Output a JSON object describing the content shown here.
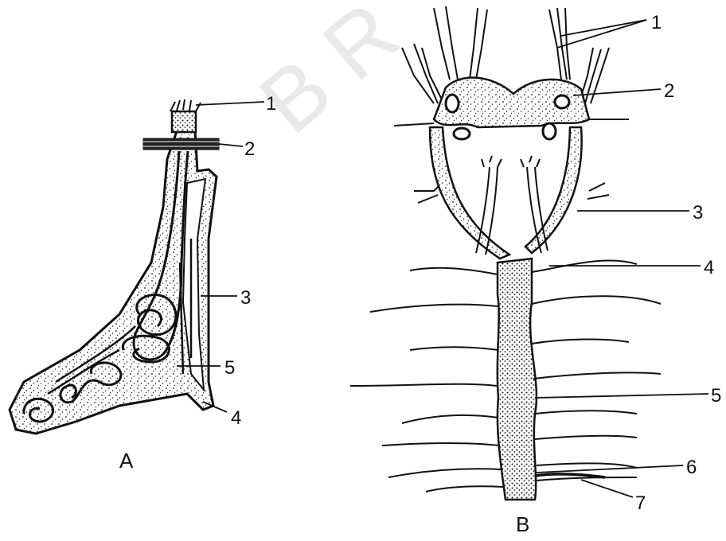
{
  "watermark": "B R",
  "figure_a": {
    "panel_label": "A",
    "labels": [
      "1",
      "2",
      "3",
      "5",
      "4"
    ]
  },
  "figure_b": {
    "panel_label": "B",
    "labels": [
      "1",
      "2",
      "3",
      "4",
      "5",
      "6",
      "7"
    ]
  },
  "colors": {
    "ink": "#111111",
    "paper": "#ffffff",
    "watermark": "#e9e9e9"
  }
}
